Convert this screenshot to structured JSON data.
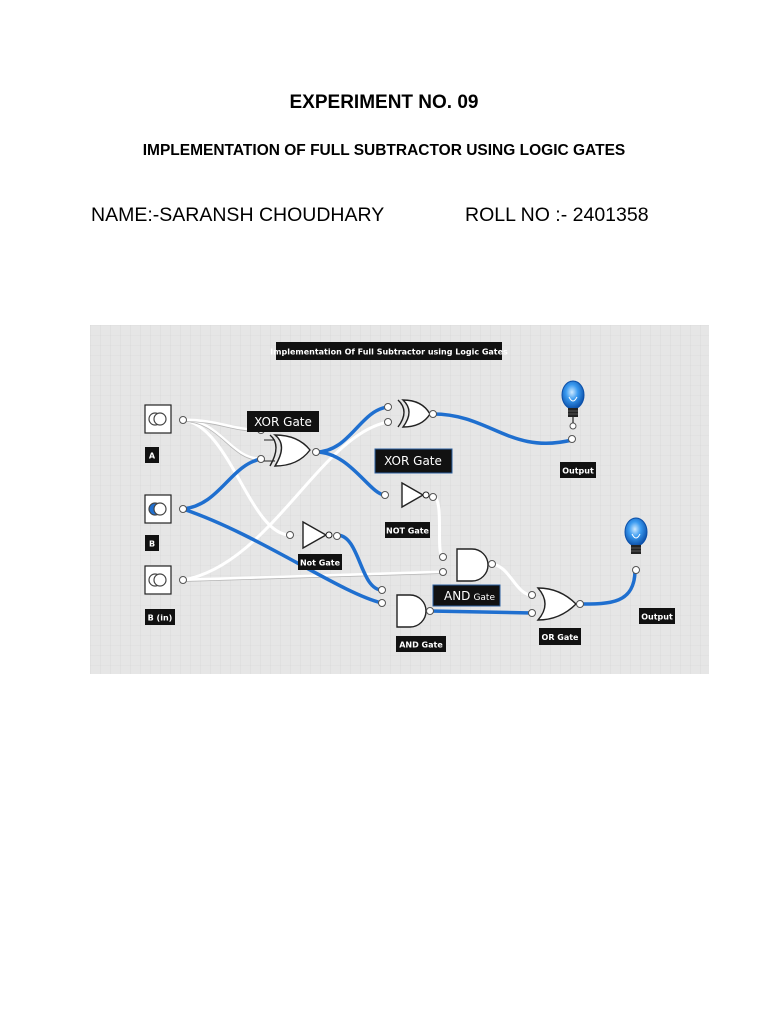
{
  "document": {
    "title": "EXPERIMENT NO. 09",
    "subtitle": "IMPLEMENTATION OF FULL SUBTRACTOR USING LOGIC GATES",
    "name": "NAME:-SARANSH CHOUDHARY",
    "roll": "ROLL NO :- 2401358"
  },
  "circuit": {
    "banner": "Implementation Of Full Subtractor using Logic Gates",
    "inputs": {
      "a": "A",
      "b": "B",
      "bin": "B (in)"
    },
    "labels": {
      "xor1": "XOR Gate",
      "xor2": "XOR Gate",
      "not_top": "NOT Gate",
      "not_bottom": "Not Gate",
      "and_top_main": "AND",
      "and_top_small": "Gate",
      "and_bottom": "AND Gate",
      "or": "OR Gate",
      "output1": "Output",
      "output2": "Output"
    },
    "colors": {
      "background": "#e6e6e6",
      "grid": "#d2d2d2",
      "active_wire": "#1f6fcf",
      "inactive_wire": "#ffffff",
      "label_bg": "#111111",
      "bulb": "#2b8de8"
    }
  }
}
